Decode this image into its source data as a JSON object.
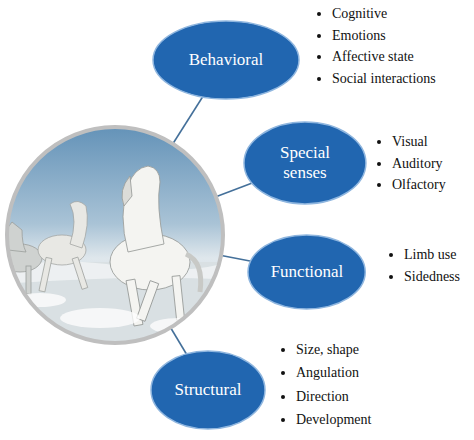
{
  "diagram": {
    "nodes": [
      {
        "text": [
          "Behavioral"
        ]
      },
      {
        "text": [
          "Special senses"
        ]
      },
      {
        "text": [
          "Functional"
        ]
      },
      {
        "text": [
          "Structural"
        ]
      }
    ],
    "labels": [
      "Cognitive",
      "Emotions",
      "Affective state",
      "Social interactions",
      "Visual",
      "Auditory",
      "Olfactory",
      "Limb use",
      "Sidedness",
      "Size, shape",
      "Angulation",
      "Direction",
      "Development"
    ]
  }
}
